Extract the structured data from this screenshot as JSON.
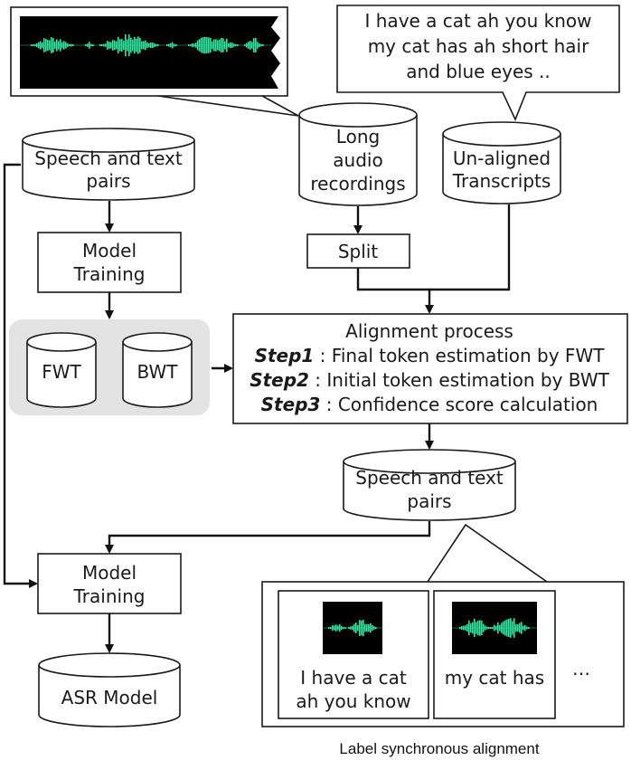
{
  "speech_bubble": {
    "lines": [
      "I have a cat ah you know",
      "my cat has ah short hair",
      "and blue eyes .."
    ]
  },
  "inputs": {
    "speech_text_pairs_top": [
      "Speech and text",
      "pairs"
    ],
    "long_audio": [
      "Long",
      "audio",
      "recordings"
    ],
    "unaligned": [
      "Un-aligned",
      "Transcripts"
    ]
  },
  "model_training_top": [
    "Model",
    "Training"
  ],
  "split": "Split",
  "models": {
    "fwt": "FWT",
    "bwt": "BWT"
  },
  "alignment": {
    "title": "Alignment process",
    "steps": [
      {
        "label": "Step1",
        "text": " : Final token estimation by FWT"
      },
      {
        "label": "Step2",
        "text": " : Initial token estimation by BWT"
      },
      {
        "label": "Step3",
        "text": " : Confidence score calculation"
      }
    ]
  },
  "speech_text_pairs_out": [
    "Speech and text",
    "pairs"
  ],
  "model_training_bottom": [
    "Model",
    "Training"
  ],
  "asr_model": "ASR Model",
  "label_sync": {
    "cards": [
      {
        "lines": [
          "I have a cat",
          "ah you know"
        ]
      },
      {
        "lines": [
          "my cat has"
        ]
      }
    ],
    "ellipsis": "…",
    "caption": "Label synchronous alignment"
  },
  "colors": {
    "waveform": "#2ee8a0",
    "waveform_bg": "#000000",
    "group_bg": "#e3e3e3",
    "outline": "#1a1a1a"
  }
}
